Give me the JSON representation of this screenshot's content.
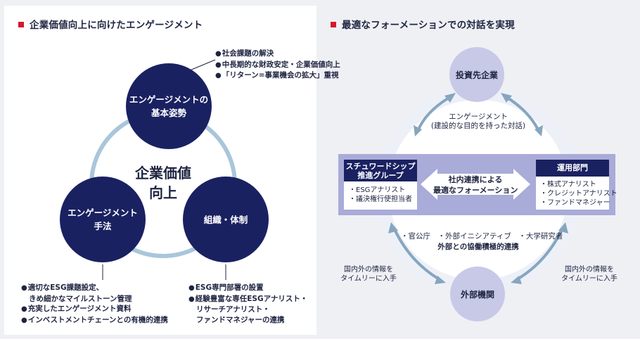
{
  "colors": {
    "navy": "#1a2161",
    "ring": "#a9c6da",
    "lavender": "#c8c9e7",
    "band": "#a9abd8",
    "accent_red": "#d4172a",
    "arrow": "#86a6bf"
  },
  "left": {
    "title": "企業価値向上に向けたエンゲージメント",
    "center_lines": [
      "企業価値",
      "向上"
    ],
    "circles": {
      "top": [
        "エンゲージメントの",
        "基本姿勢"
      ],
      "left": [
        "エンゲージメント",
        "手法"
      ],
      "right": [
        "組織・体制"
      ]
    },
    "bullets_top": [
      [
        "社会課題の解決"
      ],
      [
        "中長期的な財政安定・企業価値向上"
      ],
      [
        "「リターン=事業機会の拡大」重視"
      ]
    ],
    "bullets_bl": [
      [
        "適切なESG課題設定、",
        "きめ細かなマイルストーン管理"
      ],
      [
        "充実したエンゲージメント資料"
      ],
      [
        "インベストメントチェーンとの有機的連携"
      ]
    ],
    "bullets_br": [
      [
        "ESG専門部署の設置"
      ],
      [
        "経験豊富な専任ESGアナリスト・",
        "リサーチアナリスト・",
        "ファンドマネジャーの連携"
      ]
    ]
  },
  "right": {
    "title": "最適なフォーメーションでの対話を実現",
    "node_top": "投資先企業",
    "node_bottom": "外部機関",
    "engagement_lines": [
      "エンゲージメント",
      "(建設的な目的を持った対話)"
    ],
    "box_left": {
      "head": [
        "スチュワードシップ",
        "推進グループ"
      ],
      "items": [
        "・ESGアナリスト",
        "・議決権行使担当者"
      ]
    },
    "box_right": {
      "head": [
        "運用部門"
      ],
      "items": [
        "・株式アナリスト",
        "・クレジットアナリスト",
        "・ファンドマネジャー"
      ]
    },
    "center_arrow": [
      "社内連携による",
      "最適なフォーメーション"
    ],
    "external_lines": [
      "・官公庁　・外部イニシアティブ　・大学研究者",
      "外部との協働積極的連携"
    ],
    "info_left": [
      "国内外の情報を",
      "タイムリーに入手"
    ],
    "info_right": [
      "国内外の情報を",
      "タイムリーに入手"
    ]
  }
}
